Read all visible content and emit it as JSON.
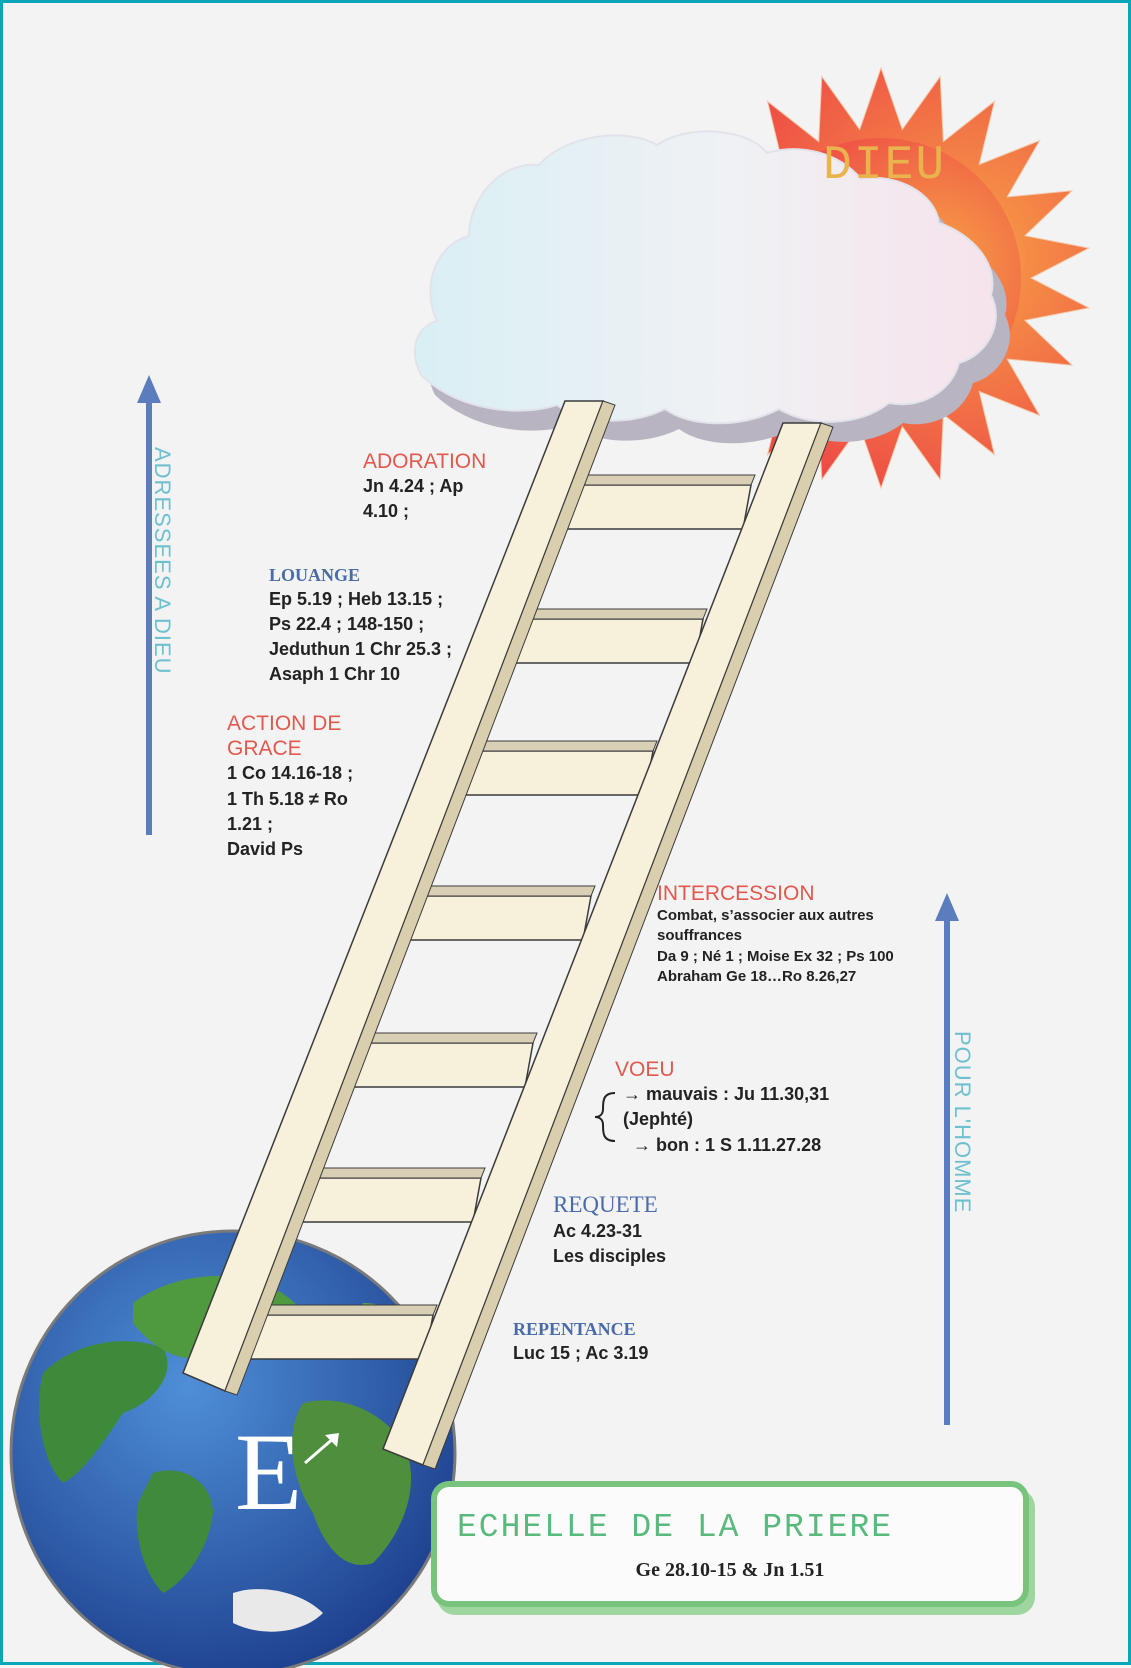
{
  "top_label": "DIEU",
  "left_axis_label": "ADRESSEES A DIEU",
  "right_axis_label": "POUR L'HOMME",
  "bottom_letter": "E",
  "title": {
    "main": "ECHELLE DE LA PRIERE",
    "refs": "Ge 28.10-15 & Jn 1.51"
  },
  "rungs": {
    "adoration": {
      "title": "ADORATION",
      "lines": [
        "Jn 4.24 ; Ap",
        "4.10 ;"
      ]
    },
    "louange": {
      "title": "LOUANGE",
      "lines": [
        "Ep 5.19 ; Heb 13.15 ;",
        "Ps 22.4 ; 148-150 ;",
        "Jeduthun 1 Chr 25.3 ;",
        "Asaph 1 Chr 10"
      ]
    },
    "action_de_grace": {
      "title_lines": [
        "ACTION DE",
        "GRACE"
      ],
      "lines": [
        "1 Co 14.16-18 ;",
        "1 Th 5.18 ≠ Ro",
        "1.21 ;",
        "David Ps"
      ]
    },
    "intercession": {
      "title": "INTERCESSION",
      "lines": [
        "Combat, s’associer aux autres",
        "souffrances",
        "Da 9 ; Né 1 ; Moise Ex 32 ; Ps 100",
        "Abraham Ge 18…Ro 8.26,27"
      ]
    },
    "voeu": {
      "title": "VOEU",
      "lines": [
        "→ mauvais : Ju 11.30,31",
        "(Jephté)",
        "→ bon : 1 S 1.11.27.28"
      ]
    },
    "requete": {
      "title": "REQUETE",
      "lines": [
        "Ac 4.23-31",
        "Les disciples"
      ]
    },
    "repentance": {
      "title": "REPENTANCE",
      "lines": [
        "Luc 15 ; Ac 3.19"
      ]
    }
  },
  "colors": {
    "red_title": "#e2584e",
    "blue_title": "#4a6aa8",
    "axis_arrow": "#5c7dbd",
    "ladder": "#f7f1dc",
    "frame_green": "#79c47d",
    "sun": "#ef5d4a"
  }
}
